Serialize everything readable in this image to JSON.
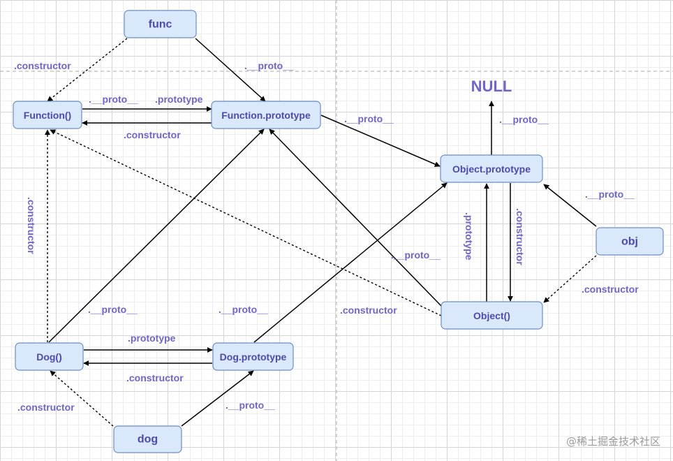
{
  "nodes": {
    "func": "func",
    "function_ctor": "Function()",
    "function_prototype": "Function.prototype",
    "object_prototype": "Object.prototype",
    "obj": "obj",
    "object_ctor": "Object()",
    "dog_ctor": "Dog()",
    "dog_prototype": "Dog.prototype",
    "dog": "dog"
  },
  "null_label": "NULL",
  "edges": {
    "func_constructor": ".constructor",
    "func_proto": ".__proto__",
    "function_ctor_proto": ".__proto__",
    "function_ctor_prototype": ".prototype",
    "function_prototype_constructor": ".constructor",
    "function_prototype_proto": ".__proto__",
    "object_prototype_proto": ".__proto__",
    "obj_proto": ".__proto__",
    "obj_constructor": ".constructor",
    "object_ctor_prototype": ".prototype",
    "object_prototype_constructor": ".constructor",
    "object_ctor_proto": ".__proto__",
    "object_ctor_constructor": ".constructor",
    "dog_ctor_constructor": ".constructor",
    "dog_ctor_proto": ".__proto__",
    "dog_prototype_proto": ".__proto__",
    "dog_ctor_prototype": ".prototype",
    "dog_prototype_constructor": ".constructor",
    "dog_constructor": ".constructor",
    "dog_proto": ".__proto__"
  },
  "watermark": "@稀土掘金技术社区"
}
